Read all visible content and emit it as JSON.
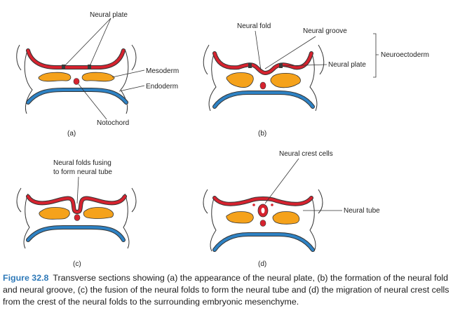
{
  "colors": {
    "ectoderm": "#d6232f",
    "mesoderm": "#f5a21b",
    "endoderm": "#2e82c4",
    "outline": "#333333",
    "caption_label": "#2e79b8",
    "fold_marker": "#3a3a3a"
  },
  "panels": {
    "a": {
      "letter": "(a)",
      "labels": {
        "neural_plate": "Neural plate",
        "mesoderm": "Mesoderm",
        "endoderm": "Endoderm",
        "notochord": "Notochord"
      }
    },
    "b": {
      "letter": "(b)",
      "labels": {
        "neural_fold": "Neural fold",
        "neural_groove": "Neural groove",
        "neural_plate": "Neural plate",
        "neuroectoderm": "Neuroectoderm"
      }
    },
    "c": {
      "letter": "(c)",
      "labels": {
        "fusing_line1": "Neural folds fusing",
        "fusing_line2": "to form neural tube"
      }
    },
    "d": {
      "letter": "(d)",
      "labels": {
        "neural_crest_cells": "Neural crest cells",
        "neural_tube": "Neural tube"
      }
    }
  },
  "caption": {
    "figure_label": "Figure 32.8",
    "text": "Transverse sections showing (a) the appearance of the neural plate, (b) the formation of the neural fold and neural groove, (c) the fusion of the neural folds to form the neural tube and (d) the migration of neural crest cells from the crest of the neural folds to the surrounding embryonic mesenchyme."
  }
}
